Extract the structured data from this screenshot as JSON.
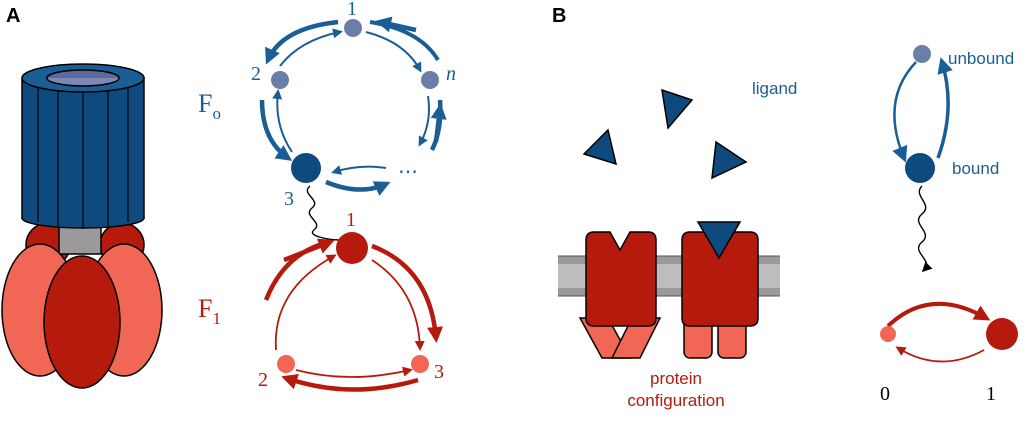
{
  "colors": {
    "blue_dark": "#0e4a7e",
    "blue_mid": "#1a5e96",
    "blue_pale": "#6a7ea8",
    "red_dark": "#b51a0c",
    "red_light": "#f26655",
    "gray": "#999999",
    "black": "#000000"
  },
  "panel_a": {
    "letter": "A",
    "fo_label": "F",
    "fo_sub": "o",
    "f1_label": "F",
    "f1_sub": "1",
    "fo_ring": {
      "label_1": "1",
      "label_2": "2",
      "label_3": "3",
      "label_n": "n",
      "ellipsis": "⋯"
    },
    "f1_ring": {
      "label_1": "1",
      "label_2": "2",
      "label_3": "3"
    }
  },
  "panel_b": {
    "letter": "B",
    "ligand_label": "ligand",
    "unbound_label": "unbound",
    "bound_label": "bound",
    "protein_label_line1": "protein",
    "protein_label_line2": "configuration",
    "state_0": "0",
    "state_1": "1"
  }
}
